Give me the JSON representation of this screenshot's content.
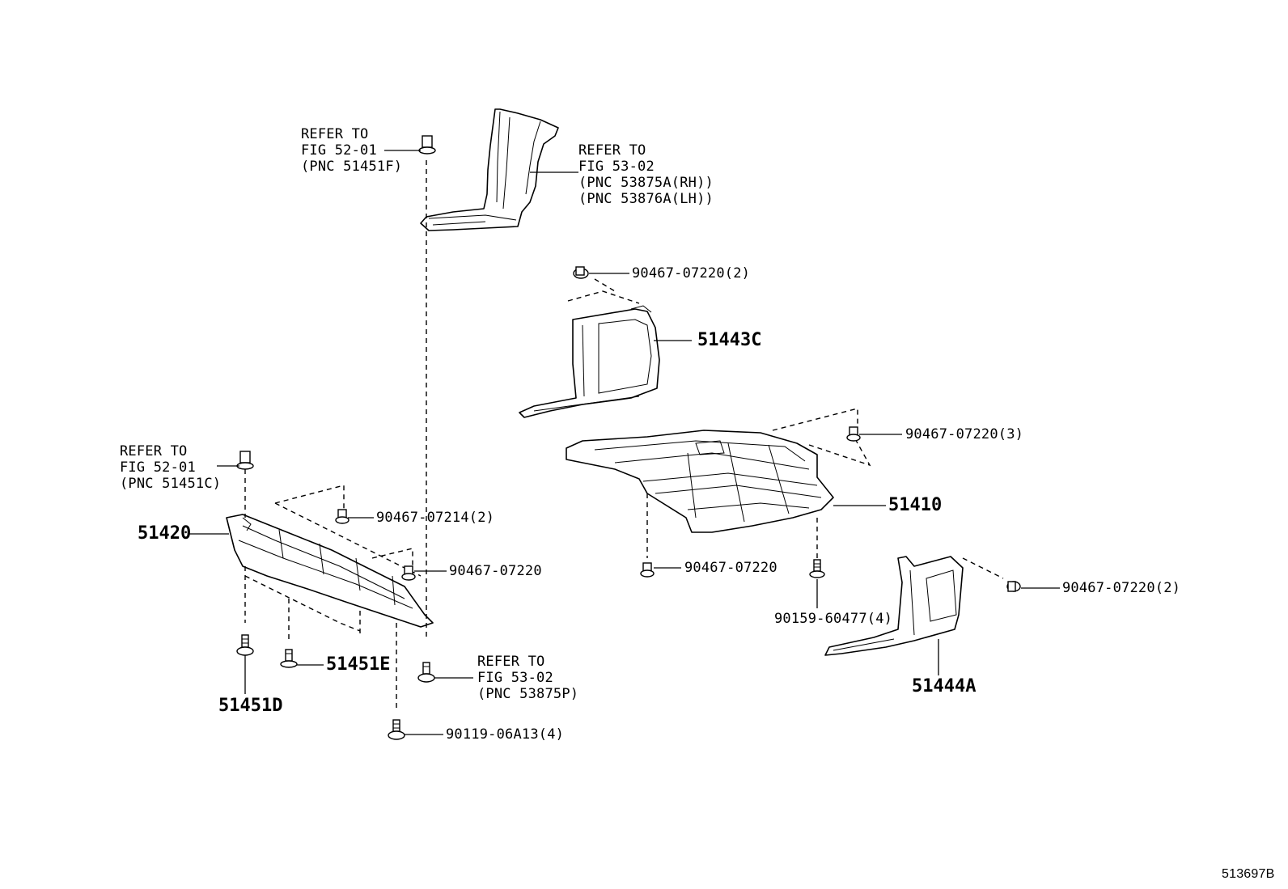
{
  "diagram_id": "513697B",
  "callouts": {
    "refer_fender_liner": [
      "REFER TO",
      "FIG 53-02",
      "(PNC 53875A(RH))",
      "(PNC 53876A(LH))"
    ],
    "refer_clip_top": [
      "REFER TO",
      "FIG 52-01",
      "(PNC 51451F)"
    ],
    "refer_clip_left": [
      "REFER TO",
      "FIG 52-01",
      "(PNC 51451C)"
    ],
    "refer_screw_bottom": [
      "REFER TO",
      "FIG 53-02",
      "(PNC 53875P)"
    ]
  },
  "parts": {
    "p51443C": "51443C",
    "p51410": "51410",
    "p51420": "51420",
    "p51444A": "51444A",
    "p51451D": "51451D",
    "p51451E": "51451E"
  },
  "fasteners": {
    "f1": "90467-07220(2)",
    "f2": "90467-07220(3)",
    "f3": "90467-07214(2)",
    "f4": "90467-07220",
    "f5": "90467-07220",
    "f6": "90159-60477(4)",
    "f7": "90467-07220(2)",
    "f8": "90119-06A13(4)"
  }
}
